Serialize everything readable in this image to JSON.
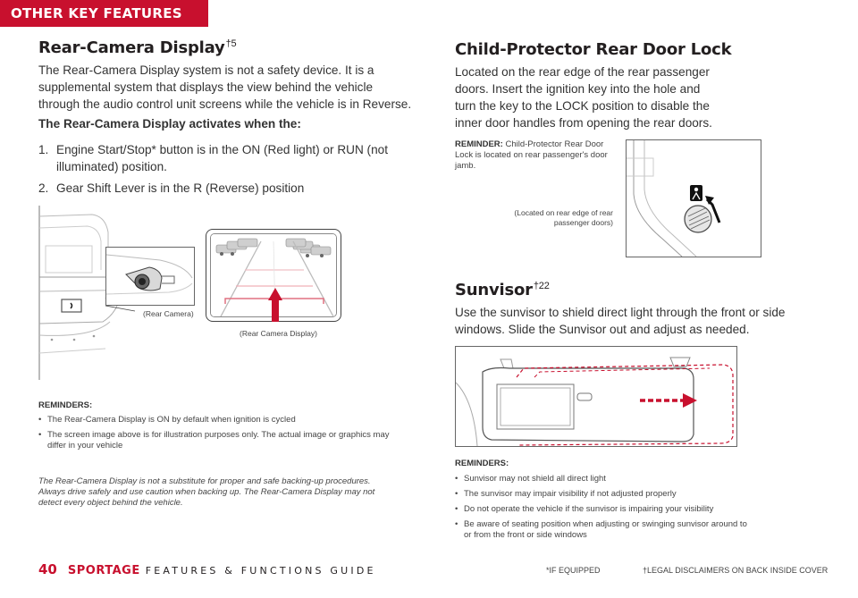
{
  "header": {
    "tab_label": "OTHER KEY FEATURES"
  },
  "rear_camera": {
    "title": "Rear-Camera Display",
    "title_sup": "†5",
    "intro": "The Rear-Camera Display system is not a safety device. It is a supplemental system that displays the view behind the vehicle through the audio control unit screens while the vehicle is in Reverse.",
    "activates_heading": "The Rear-Camera Display activates when the:",
    "activates_items": [
      {
        "num": "1.",
        "text": "Engine Start/Stop* button is in the ON (Red light) or RUN (not illuminated) position."
      },
      {
        "num": "2.",
        "text": "Gear Shift Lever is in the R (Reverse) position"
      }
    ],
    "caption_camera": "(Rear Camera)",
    "caption_display": "(Rear Camera Display)",
    "reminders_title": "REMINDERS:",
    "reminders": [
      "The Rear-Camera Display  is ON by default when ignition is cycled",
      "The screen image above is for illustration purposes only. The actual image or graphics may differ in your vehicle"
    ],
    "note": "The Rear-Camera Display is not a substitute for proper and safe backing-up procedures. Always drive safely and use caution when backing up. The Rear-Camera Display may not detect every object behind the vehicle."
  },
  "child_lock": {
    "title": "Child-Protector Rear Door Lock",
    "body": "Located on the rear edge of the rear passenger doors. Insert the ignition key into the hole and turn the key to the LOCK position to disable the inner door handles from opening the rear doors.",
    "reminder_label": "REMINDER:",
    "reminder_text": "Child-Protector Rear Door Lock is located on rear passenger's door jamb.",
    "caption": "(Located on rear edge of rear passenger doors)"
  },
  "sunvisor": {
    "title": "Sunvisor",
    "title_sup": "†22",
    "body": "Use the sunvisor to shield direct light through the front or side windows. Slide the Sunvisor out and adjust as needed.",
    "reminders_title": "REMINDERS:",
    "reminders": [
      "Sunvisor may not shield all direct light",
      "The sunvisor may impair visibility if not adjusted properly",
      "Do not operate the vehicle if the sunvisor is impairing your visibility",
      "Be aware of seating position when adjusting or swinging sunvisor around to or from the front or side windows"
    ]
  },
  "footer": {
    "page_number": "40",
    "brand": "SPORTAGE",
    "guide": "FEATURES & FUNCTIONS GUIDE",
    "if_equipped": "*IF EQUIPPED",
    "legal": "†LEGAL DISCLAIMERS ON BACK INSIDE COVER"
  },
  "colors": {
    "brand_red": "#c8102e",
    "guide_pink": "#e8a3ab"
  }
}
